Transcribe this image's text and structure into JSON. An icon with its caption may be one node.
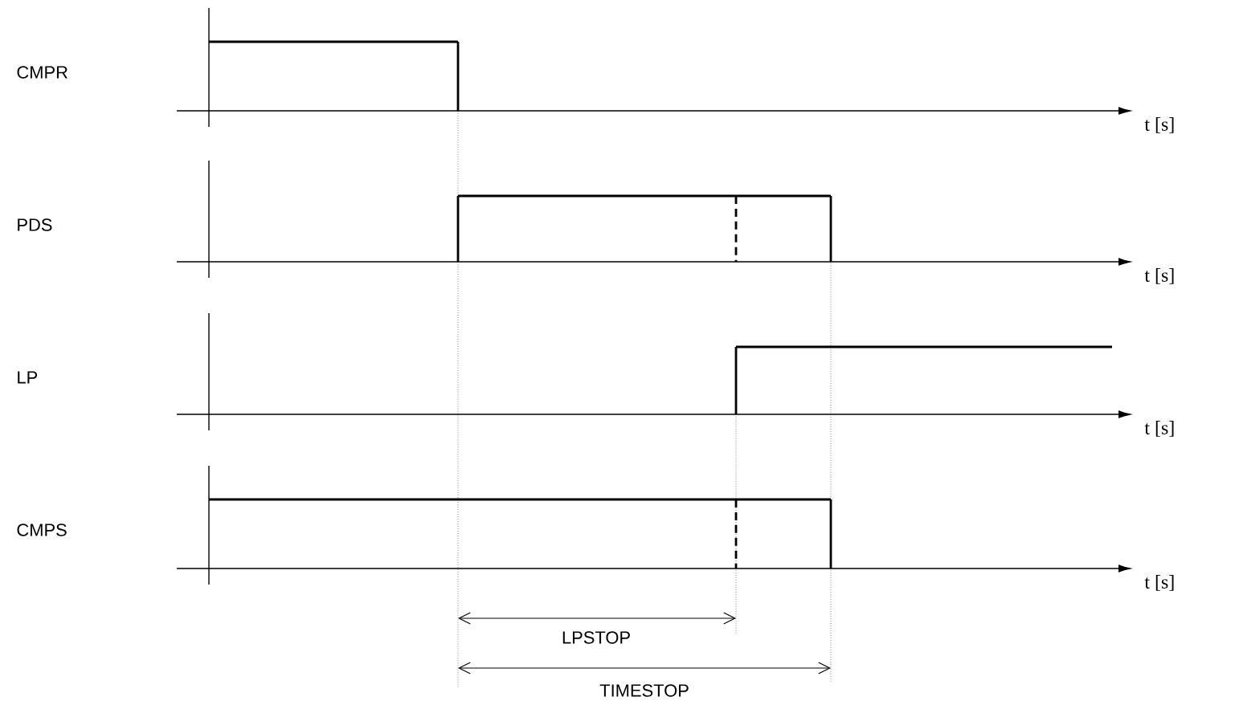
{
  "diagram": {
    "labels": [
      "CMPR",
      "t [s]",
      "PDS",
      "t [s]",
      "LP",
      "t [s]",
      "CMPS",
      "t [s]",
      "LPSTOP",
      "TIMESTOP"
    ]
  }
}
